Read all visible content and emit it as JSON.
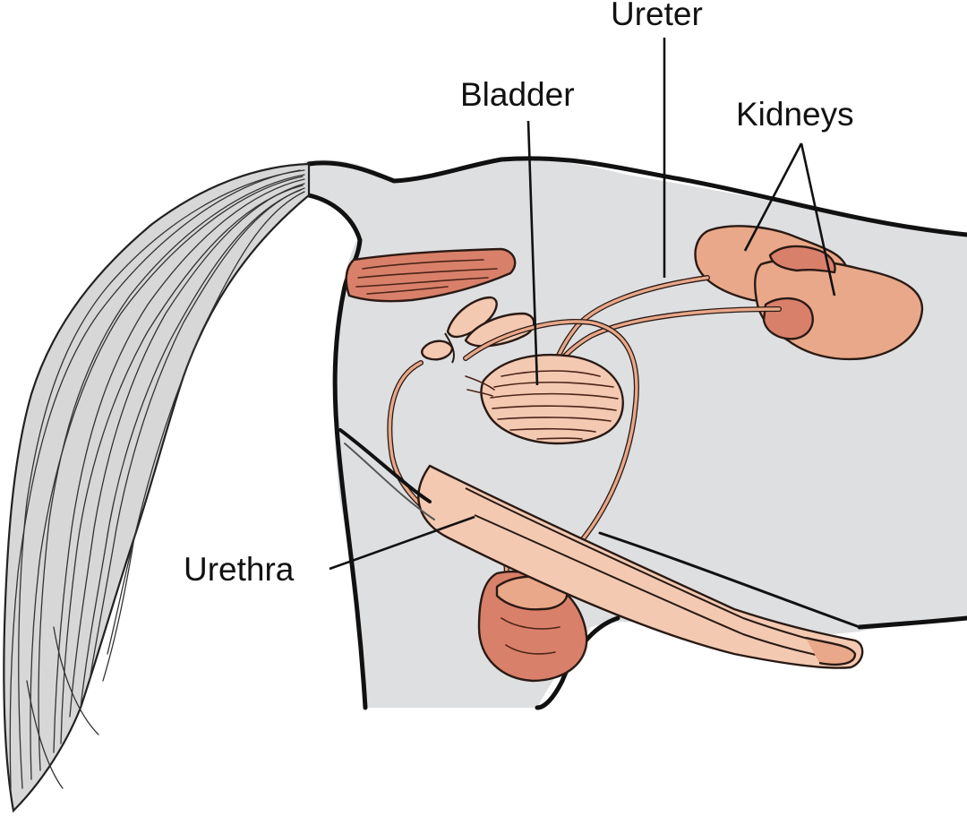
{
  "labels": {
    "ureter": "Ureter",
    "bladder": "Bladder",
    "kidneys": "Kidneys",
    "urethra": "Urethra"
  },
  "colors": {
    "body_fill": "#dedfe1",
    "organ_fill": "#e9a889",
    "organ_light": "#f3c9b2",
    "organ_dark": "#d9806a",
    "tail_fill": "#d7d7d7",
    "outline": "#111111"
  }
}
